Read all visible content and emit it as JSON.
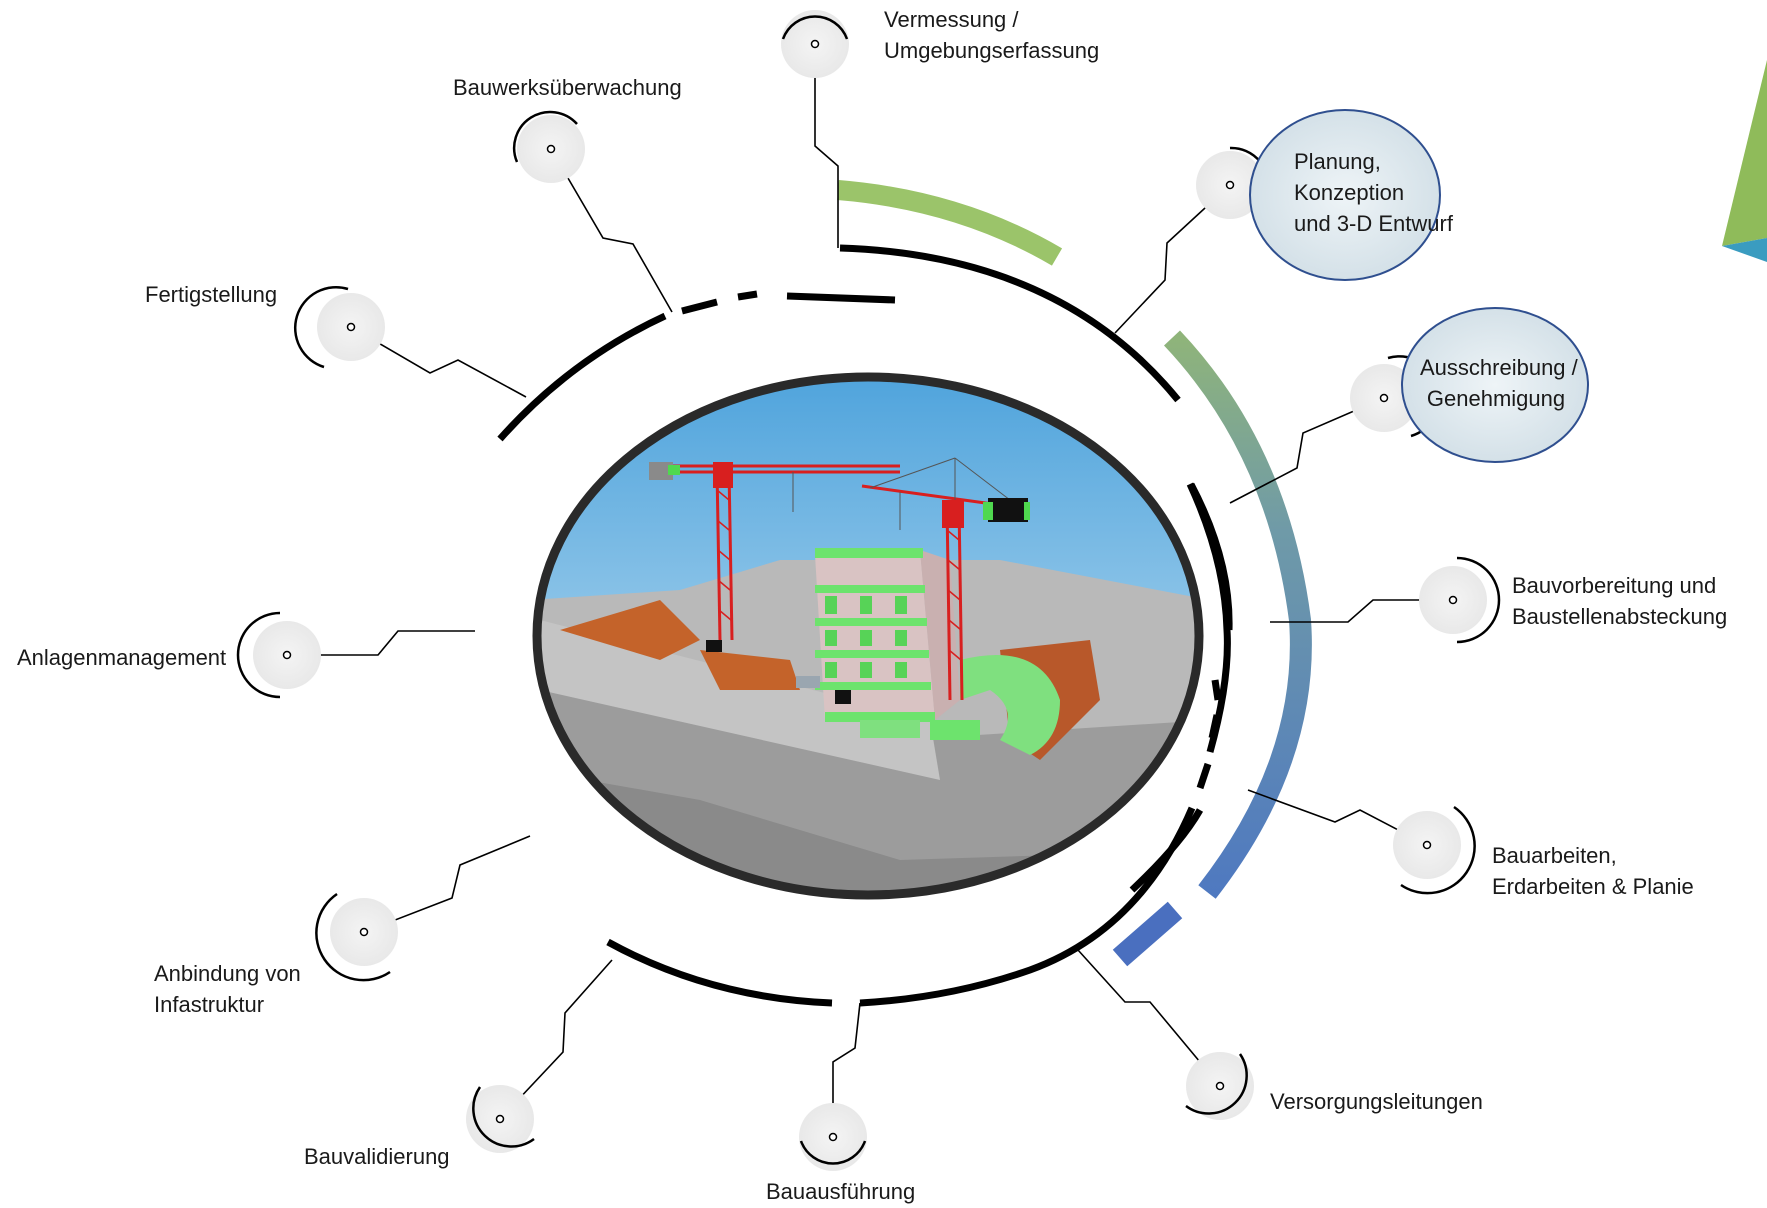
{
  "labels": {
    "survey": [
      "Vermessung /",
      "Umgebungserfassung"
    ],
    "planning": [
      "Planung,",
      "Konzeption",
      "und 3-D Entwurf"
    ],
    "tender": [
      "Ausschreibung /",
      "Genehmigung"
    ],
    "site_prep": [
      "Bauvorbereitung und",
      "Baustellenabsteckung"
    ],
    "earthworks": [
      "Bauarbeiten,",
      "Erdarbeiten & Planie"
    ],
    "utilities": [
      "Versorgungsleitungen"
    ],
    "execution": [
      "Bauausführung"
    ],
    "validation": [
      "Bauvalidierung"
    ],
    "infrastructure": [
      "Anbindung von",
      "Infastruktur"
    ],
    "facility_mgmt": [
      "Anlagenmanagement"
    ],
    "completion": [
      "Fertigstellung"
    ],
    "monitoring": [
      "Bauwerksüberwachung"
    ]
  },
  "colors": {
    "green": "#9bc46a",
    "teal": "#6f9fa0",
    "blue": "#4f79c0",
    "dark_blue": "#4a6fbf",
    "black": "#000000",
    "bubble_fill": "#dfe9ee",
    "bubble_stroke": "#2f4f8f",
    "sky_top": "#5aa8dc",
    "sky_bottom": "#d8ecf7",
    "crane_red": "#d81f1f",
    "building_green": "#7fe07f",
    "ground_grey": "#a9a9a9",
    "earth_orange": "#c4632a"
  },
  "icons": {
    "stage_icon": "stage-marker-icon",
    "logo": "triangle-logo-icon"
  }
}
